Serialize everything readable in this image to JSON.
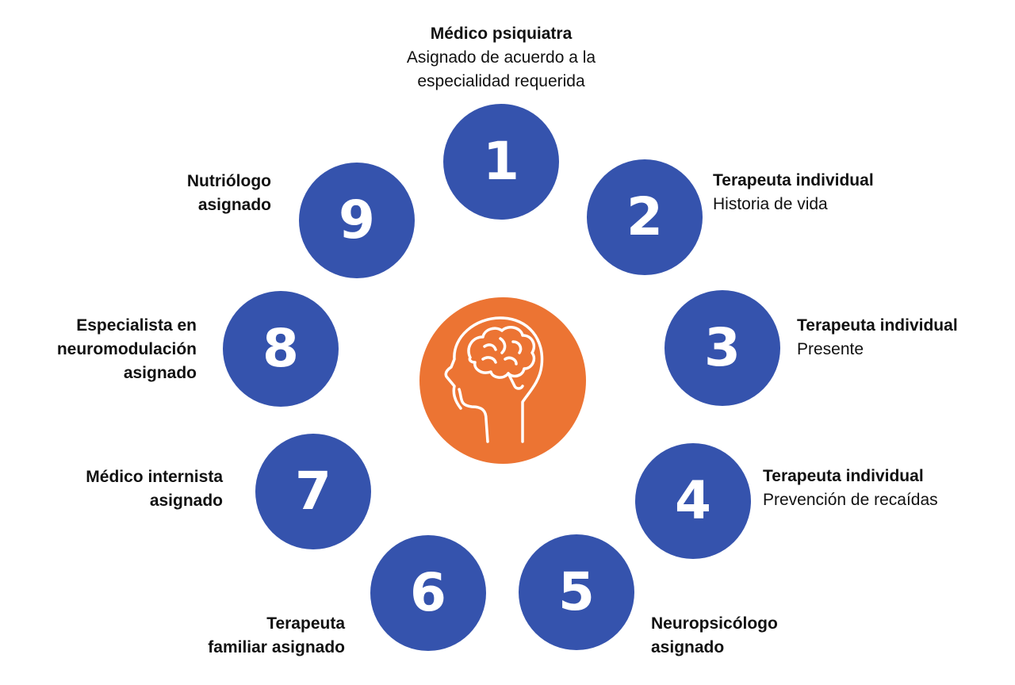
{
  "colors": {
    "node": "#3553ad",
    "hub": "#ec7433",
    "text": "#111111",
    "number": "#ffffff"
  },
  "hub": {
    "icon": "head-brain-icon"
  },
  "items": [
    {
      "number": "1",
      "title": "Médico psiquiatra",
      "desc": [
        "Asignado de acuerdo a la",
        "especialidad requerida"
      ]
    },
    {
      "number": "2",
      "title": "Terapeuta individual",
      "desc": [
        "Historia de vida"
      ]
    },
    {
      "number": "3",
      "title": "Terapeuta individual",
      "desc": [
        "Presente"
      ]
    },
    {
      "number": "4",
      "title": "Terapeuta individual",
      "desc": [
        "Prevención de recaídas"
      ]
    },
    {
      "number": "5",
      "title": [
        "Neuropsicólogo",
        "asignado"
      ]
    },
    {
      "number": "6",
      "title": [
        "Terapeuta",
        "familiar asignado"
      ]
    },
    {
      "number": "7",
      "title": [
        "Médico internista",
        "asignado"
      ]
    },
    {
      "number": "8",
      "title": [
        "Especialista en",
        "neuromodulación",
        "asignado"
      ]
    },
    {
      "number": "9",
      "title": [
        "Nutriólogo",
        "asignado"
      ]
    }
  ]
}
